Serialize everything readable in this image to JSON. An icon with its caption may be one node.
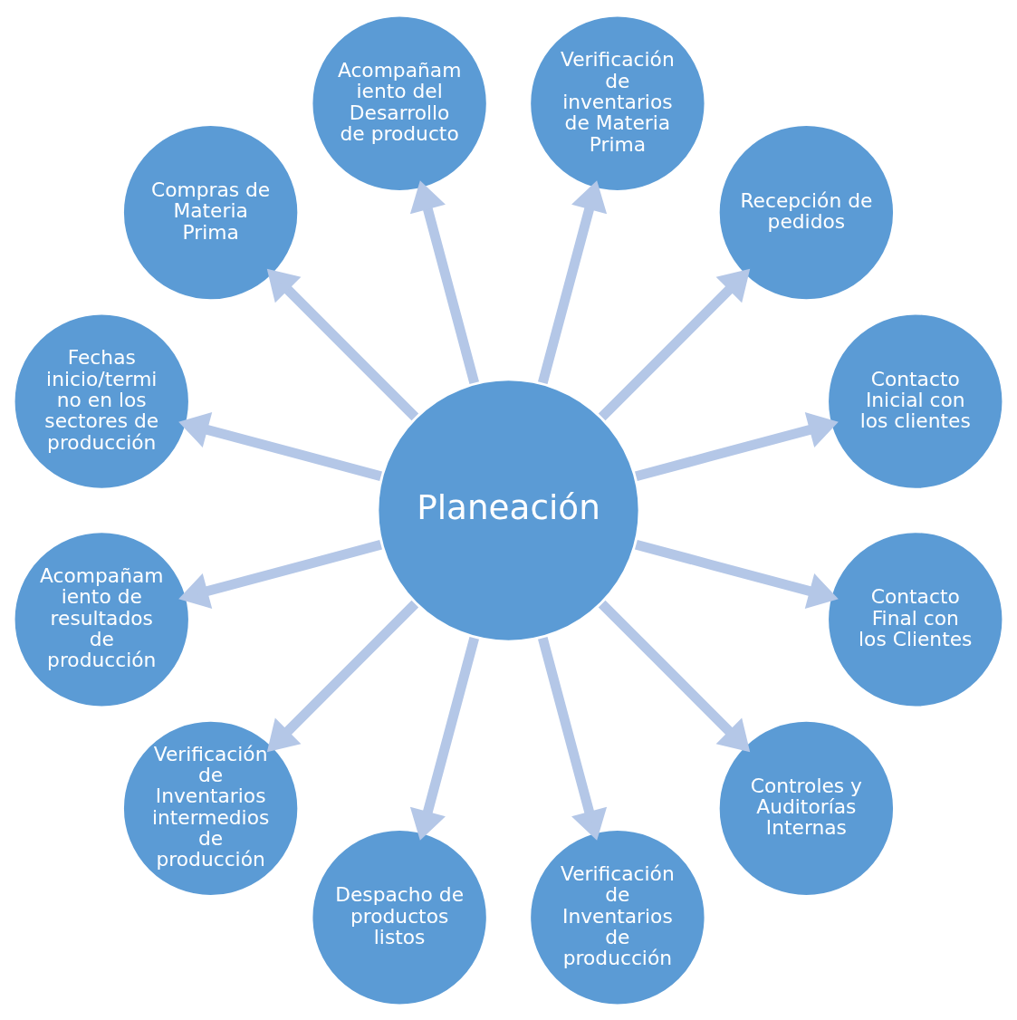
{
  "diagram": {
    "nodes": [
      {
        "text": [
          "Planeación"
        ]
      },
      {
        "text": [
          "Contacto Inicial con los clientes"
        ]
      },
      {
        "text": [
          "Recepción de pedidos"
        ]
      },
      {
        "text": [
          "Verificación de inventarios de Materia Prima"
        ]
      },
      {
        "text": [
          "Acompañam iento del Desarrollo de producto"
        ]
      },
      {
        "text": [
          "Compras de Materia Prima"
        ]
      },
      {
        "text": [
          "Fechas inicio/termi no en los sectores de producción"
        ]
      },
      {
        "text": [
          "Acompañam iento de resultados de producción"
        ]
      },
      {
        "text": [
          "Verificación de Inventarios intermedios de producción"
        ]
      },
      {
        "text": [
          "Despacho de productos listos"
        ]
      },
      {
        "text": [
          "Verificación de Inventarios de producción"
        ]
      },
      {
        "text": [
          "Controles y Auditorías Internas"
        ]
      },
      {
        "text": [
          "Contacto Final con los Clientes"
        ]
      }
    ],
    "edges": [
      {
        "from": 0,
        "to": 1,
        "arrow": "to"
      },
      {
        "from": 0,
        "to": 2,
        "arrow": "to"
      },
      {
        "from": 0,
        "to": 3,
        "arrow": "to"
      },
      {
        "from": 0,
        "to": 4,
        "arrow": "to"
      },
      {
        "from": 0,
        "to": 5,
        "arrow": "to"
      },
      {
        "from": 0,
        "to": 6,
        "arrow": "to"
      },
      {
        "from": 0,
        "to": 7,
        "arrow": "to"
      },
      {
        "from": 0,
        "to": 8,
        "arrow": "to"
      },
      {
        "from": 0,
        "to": 9,
        "arrow": "to"
      },
      {
        "from": 0,
        "to": 10,
        "arrow": "to"
      },
      {
        "from": 0,
        "to": 11,
        "arrow": "to"
      },
      {
        "from": 0,
        "to": 12,
        "arrow": "to"
      }
    ]
  }
}
